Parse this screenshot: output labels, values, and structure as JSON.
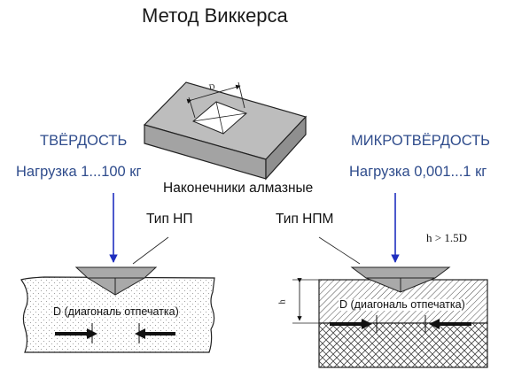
{
  "title": "Метод Виккерса",
  "center_caption": "Наконечники алмазные",
  "left": {
    "heading": "ТВЁРДОСТЬ",
    "load": "Нагрузка 1...100 кг",
    "tip_label": "Тип НП",
    "diagonal_label": "D (диагональ отпечатка)"
  },
  "right": {
    "heading": "МИКРОТВЁРДОСТЬ",
    "load": "Нагрузка 0,001...1 кг",
    "tip_label": "Тип НПМ",
    "condition": "h > 1.5D",
    "diagonal_label": "D (диагональ отпечатка)",
    "thickness_mark": "h"
  },
  "specimen_mark": "D",
  "colors": {
    "accent_blue": "#1f2fbf",
    "label_blue": "#2f4c8c",
    "tip_gray": "#a9a9a9",
    "block_gray": "#bdbdbd"
  }
}
